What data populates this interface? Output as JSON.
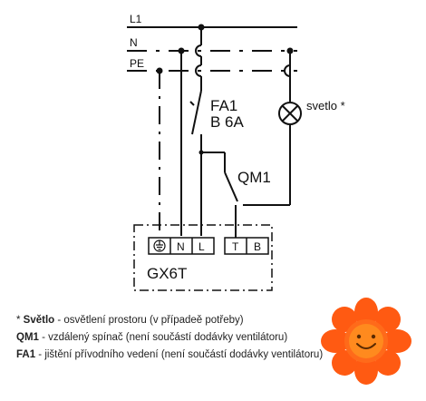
{
  "diagram": {
    "lines": {
      "l1": "L1",
      "n": "N",
      "pe": "PE"
    },
    "breaker": {
      "name": "FA1",
      "rating": "B 6A"
    },
    "lamp_label": "svetlo *",
    "switch_label": "QM1",
    "terminals": {
      "n": "N",
      "l": "L",
      "t": "T",
      "b": "B"
    },
    "device": "GX6T",
    "ground_symbol": "earth-ground"
  },
  "notes": [
    {
      "marker": "* ",
      "key": "Světlo",
      "text": " - osvětlení prostoru (v případeě potřeby)"
    },
    {
      "marker": "",
      "key": "QM1",
      "text": " - vzdálený spínač (není součástí dodávky ventilátoru)"
    },
    {
      "marker": "",
      "key": "FA1",
      "text": " - jištění přívodního vedení (není součástí dodávky ventilátoru)"
    }
  ],
  "colors": {
    "ink": "#111111",
    "text": "#222222",
    "flower_petal": "#ff5a12",
    "flower_center": "#ffb400",
    "flower_face": "#5a2a00"
  },
  "decoration": {
    "flower_icon": "smiling-flower-icon"
  }
}
